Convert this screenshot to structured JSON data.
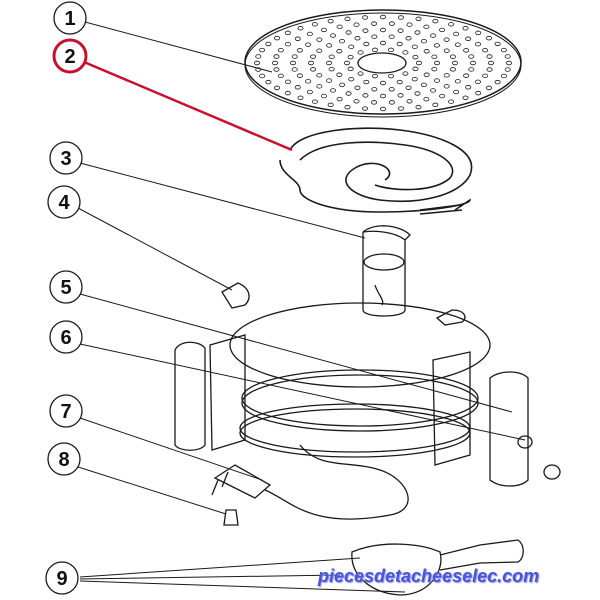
{
  "diagram": {
    "title": "Exploded parts view",
    "highlighted_part": "2",
    "colors": {
      "line": "#1a1a1a",
      "highlight": "#c8102e",
      "watermark": "#4a55d8"
    },
    "parts": [
      {
        "number": "1",
        "label": "1"
      },
      {
        "number": "2",
        "label": "2"
      },
      {
        "number": "3",
        "label": "3"
      },
      {
        "number": "4",
        "label": "4"
      },
      {
        "number": "5",
        "label": "5"
      },
      {
        "number": "6",
        "label": "6"
      },
      {
        "number": "7",
        "label": "7"
      },
      {
        "number": "8",
        "label": "8"
      },
      {
        "number": "9",
        "label": "9"
      }
    ]
  },
  "watermark": {
    "text": "piecesdetacheeselec.com"
  }
}
